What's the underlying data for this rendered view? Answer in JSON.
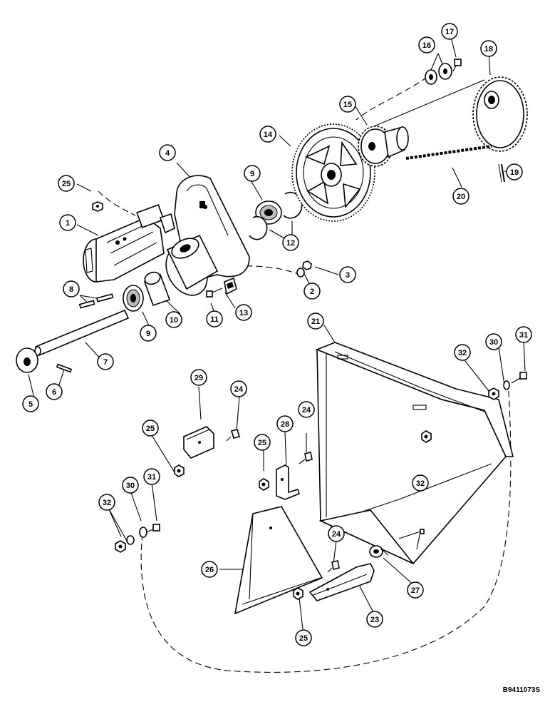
{
  "figure": {
    "reference_code": "B9411073S"
  },
  "callouts": [
    {
      "id": "c25a",
      "label": "25"
    },
    {
      "id": "c1",
      "label": "1"
    },
    {
      "id": "c4",
      "label": "4"
    },
    {
      "id": "c9a",
      "label": "9"
    },
    {
      "id": "c12",
      "label": "12"
    },
    {
      "id": "c14",
      "label": "14"
    },
    {
      "id": "c15",
      "label": "15"
    },
    {
      "id": "c16",
      "label": "16"
    },
    {
      "id": "c17",
      "label": "17"
    },
    {
      "id": "c18",
      "label": "18"
    },
    {
      "id": "c19",
      "label": "19"
    },
    {
      "id": "c20",
      "label": "20"
    },
    {
      "id": "c3",
      "label": "3"
    },
    {
      "id": "c2",
      "label": "2"
    },
    {
      "id": "c13",
      "label": "13"
    },
    {
      "id": "c11",
      "label": "11"
    },
    {
      "id": "c10",
      "label": "10"
    },
    {
      "id": "c9b",
      "label": "9"
    },
    {
      "id": "c8",
      "label": "8"
    },
    {
      "id": "c7",
      "label": "7"
    },
    {
      "id": "c6",
      "label": "6"
    },
    {
      "id": "c5",
      "label": "5"
    },
    {
      "id": "c21",
      "label": "21"
    },
    {
      "id": "c32a",
      "label": "32"
    },
    {
      "id": "c30a",
      "label": "30"
    },
    {
      "id": "c31a",
      "label": "31"
    },
    {
      "id": "c29",
      "label": "29"
    },
    {
      "id": "c24a",
      "label": "24"
    },
    {
      "id": "c25b",
      "label": "25"
    },
    {
      "id": "c28",
      "label": "28"
    },
    {
      "id": "c24b",
      "label": "24"
    },
    {
      "id": "c25c",
      "label": "25"
    },
    {
      "id": "c32b",
      "label": "32"
    },
    {
      "id": "c32c",
      "label": "32"
    },
    {
      "id": "c30b",
      "label": "30"
    },
    {
      "id": "c31b",
      "label": "31"
    },
    {
      "id": "c24c",
      "label": "24"
    },
    {
      "id": "c26",
      "label": "26"
    },
    {
      "id": "c27",
      "label": "27"
    },
    {
      "id": "c23",
      "label": "23"
    },
    {
      "id": "c25d",
      "label": "25"
    }
  ]
}
